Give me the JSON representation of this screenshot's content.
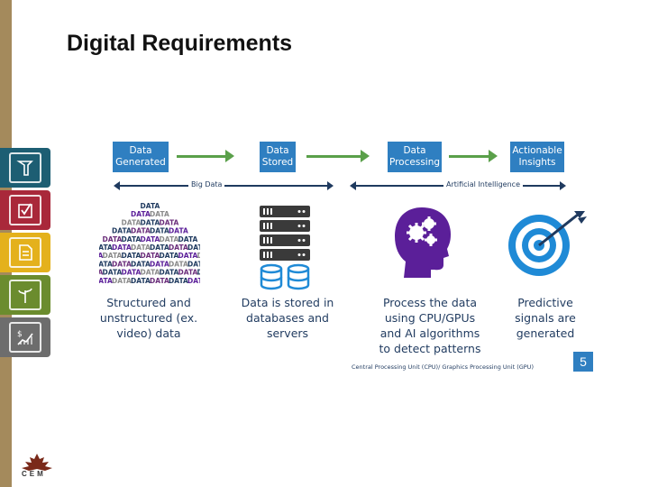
{
  "slide": {
    "title": "Digital Requirements",
    "page_number": "5"
  },
  "stages": [
    {
      "line1": "Data",
      "line2": "Generated"
    },
    {
      "line1": "Data",
      "line2": "Stored"
    },
    {
      "line1": "Data",
      "line2": "Processing"
    },
    {
      "line1": "Actionable",
      "line2": "Insights"
    }
  ],
  "spans": {
    "big_data": "Big Data",
    "ai": "Artificial Intelligence"
  },
  "captions": [
    {
      "l1": "Structured and",
      "l2": "unstructured (ex.",
      "l3": "video) data"
    },
    {
      "l1": "Data is stored in",
      "l2": "databases and",
      "l3": "servers"
    },
    {
      "l1": "Process the data",
      "l2": "using CPU/GPUs",
      "l3": "and AI algorithms",
      "l4": "to detect patterns"
    },
    {
      "l1": "Predictive",
      "l2": "signals are",
      "l3": "generated"
    }
  ],
  "footnote": "Central Processing Unit (CPU)/ Graphics Processing Unit (GPU)",
  "pyramid_word": "DATA",
  "logo_text": "CEM",
  "colors": {
    "stage_blue": "#2f7fc1",
    "arrow_green": "#5aa04a",
    "navy": "#1f3a5f",
    "head_purple": "#5b1f99",
    "target_blue": "#1f8ad6",
    "side_teal": "#1d5e73",
    "side_red": "#a9283a",
    "side_yellow": "#e4b11c",
    "side_green": "#6b8c2e",
    "side_gray": "#6d6d6d"
  },
  "side_icons": [
    "tools-icon",
    "checklist-icon",
    "document-icon",
    "plant-icon",
    "finance-chart-icon"
  ]
}
